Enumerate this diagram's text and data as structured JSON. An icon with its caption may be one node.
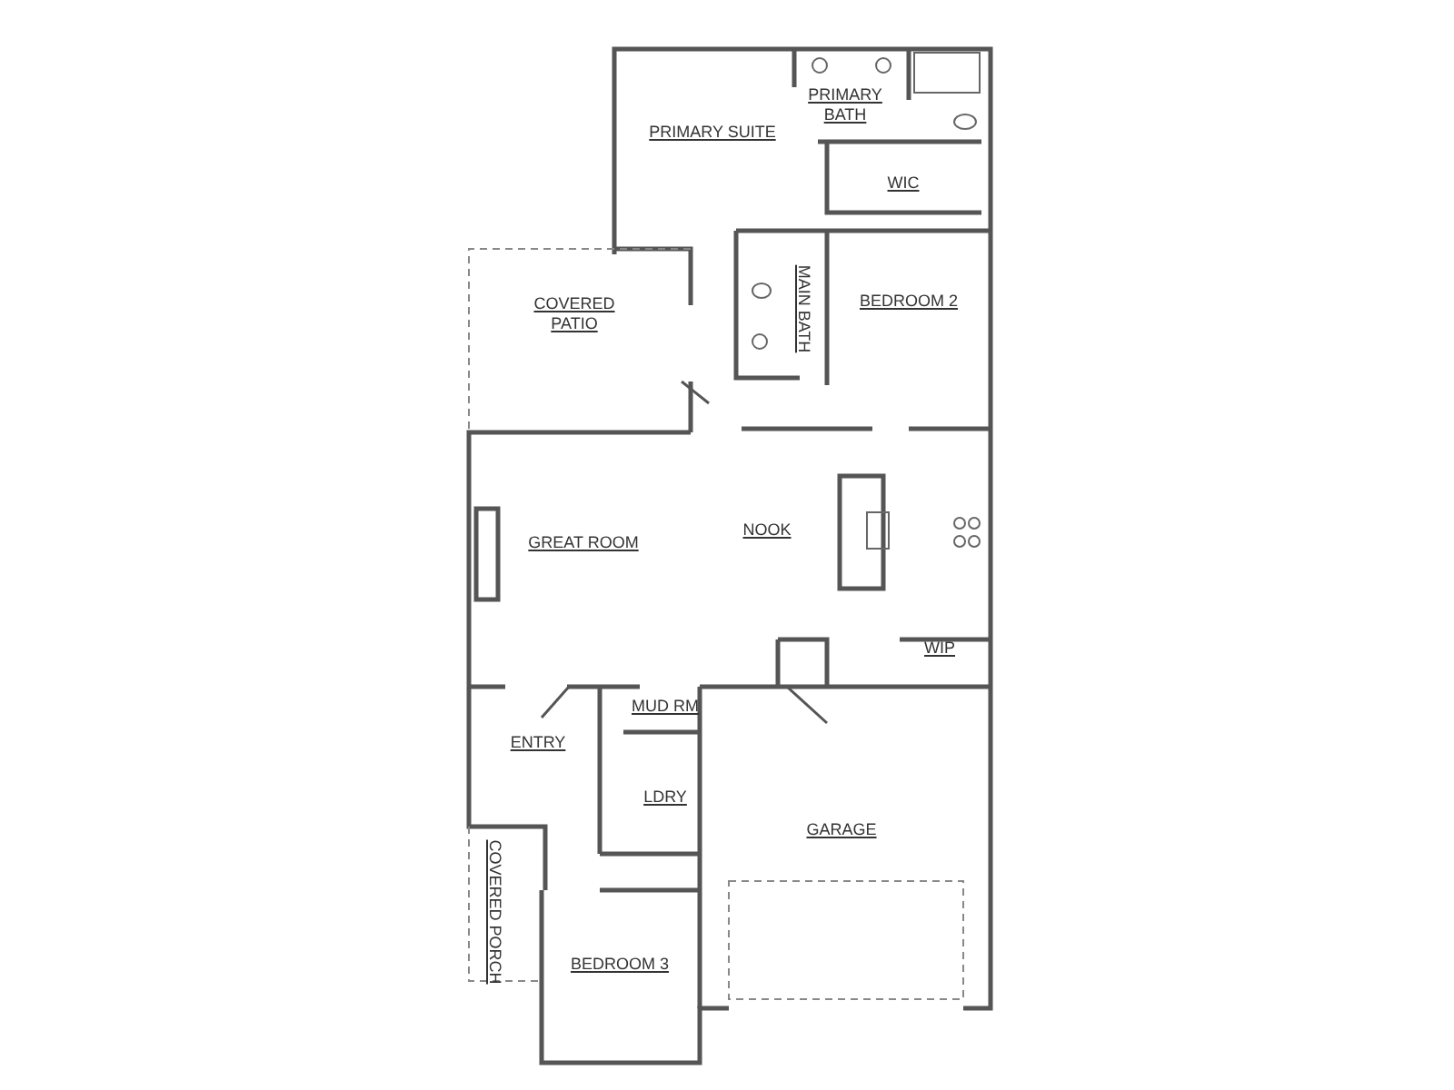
{
  "diagram": {
    "labels": [
      "PRIMARY BATH",
      "PRIMARY SUITE",
      "WIC",
      "COVERED PATIO",
      "MAIN BATH",
      "BEDROOM 2",
      "NOOK",
      "GREAT ROOM",
      "WIP",
      "MUD RM",
      "ENTRY",
      "LDRY",
      "GARAGE",
      "COVERED PORCH",
      "BEDROOM 3"
    ]
  }
}
